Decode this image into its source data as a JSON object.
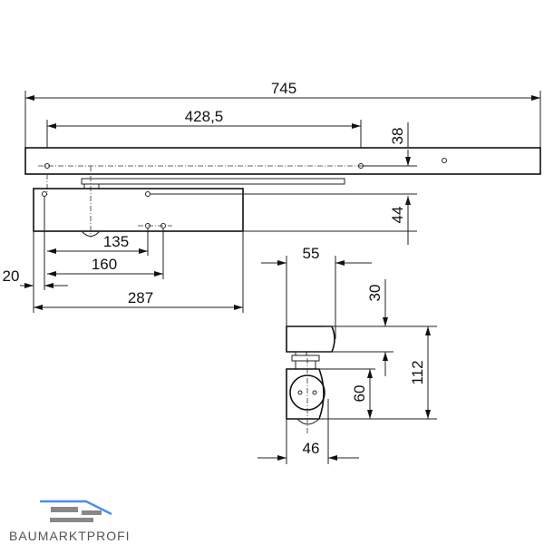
{
  "dimensions": {
    "overall_length": "745",
    "rail_hole_spacing": "428,5",
    "rail_height": "38",
    "body_height": "44",
    "dim_135": "135",
    "dim_160": "160",
    "dim_20": "20",
    "body_length": "287",
    "side_width_top": "55",
    "side_dim_30": "30",
    "side_total_height": "112",
    "side_dim_60": "60",
    "side_width_bottom": "46"
  },
  "logo": {
    "text": "BAUMARKTPROFI",
    "accent_color": "#4a8df0"
  }
}
